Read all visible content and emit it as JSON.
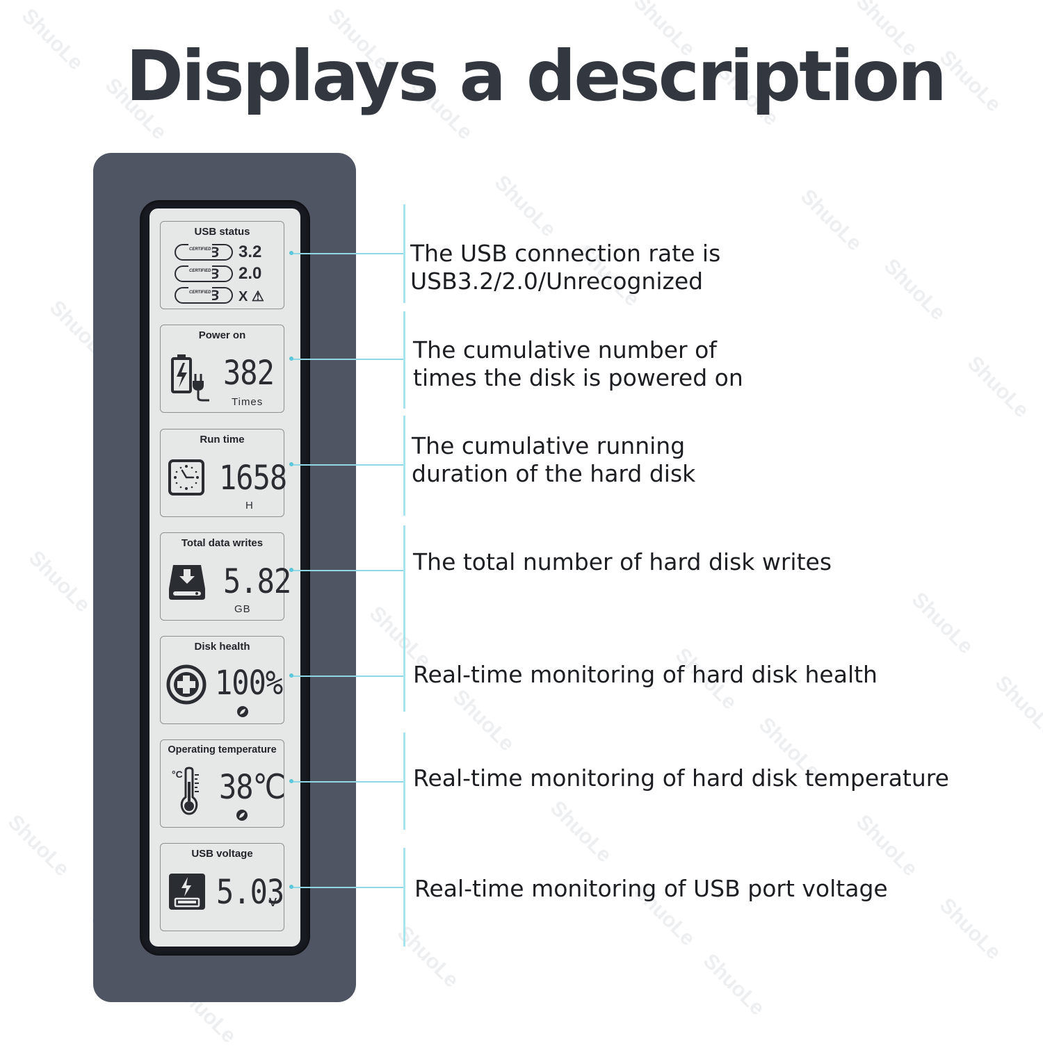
{
  "title": "Displays a description",
  "watermark": "ShuoLe",
  "colors": {
    "device": "#4f5562",
    "lcd": "#e6e8e7",
    "accent_line": "#8fd8e6"
  },
  "panels": {
    "usb_status": {
      "title": "USB status",
      "logo_text": "USB",
      "cert_text": "CERTIFIED",
      "rows": [
        "3.2",
        "2.0",
        "X ⚠"
      ]
    },
    "power_on": {
      "title": "Power on",
      "value": "382",
      "unit": "Times",
      "icon": "battery-plug-icon"
    },
    "run_time": {
      "title": "Run time",
      "value": "1658",
      "unit": "H",
      "icon": "clock-icon"
    },
    "total_writes": {
      "title": "Total data writes",
      "value": "5.82",
      "unit": "GB",
      "icon": "disk-download-icon"
    },
    "disk_health": {
      "title": "Disk health",
      "value": "100%",
      "icon": "medical-cross-icon"
    },
    "temperature": {
      "title": "Operating temperature",
      "value": "38℃",
      "icon": "thermometer-icon"
    },
    "usb_voltage": {
      "title": "USB voltage",
      "value": "5.03",
      "unit": "v",
      "icon": "usb-power-icon"
    }
  },
  "descriptions": {
    "usb_status": "The USB connection rate is\nUSB3.2/2.0/Unrecognized",
    "power_on": "The cumulative number of\ntimes the disk is powered on",
    "run_time": "The cumulative running\nduration of the hard disk",
    "total_writes": "The total number of hard disk writes",
    "disk_health": "Real-time monitoring of hard disk health",
    "temperature": "Real-time monitoring of hard disk temperature",
    "usb_voltage": "Real-time monitoring of USB port voltage"
  }
}
